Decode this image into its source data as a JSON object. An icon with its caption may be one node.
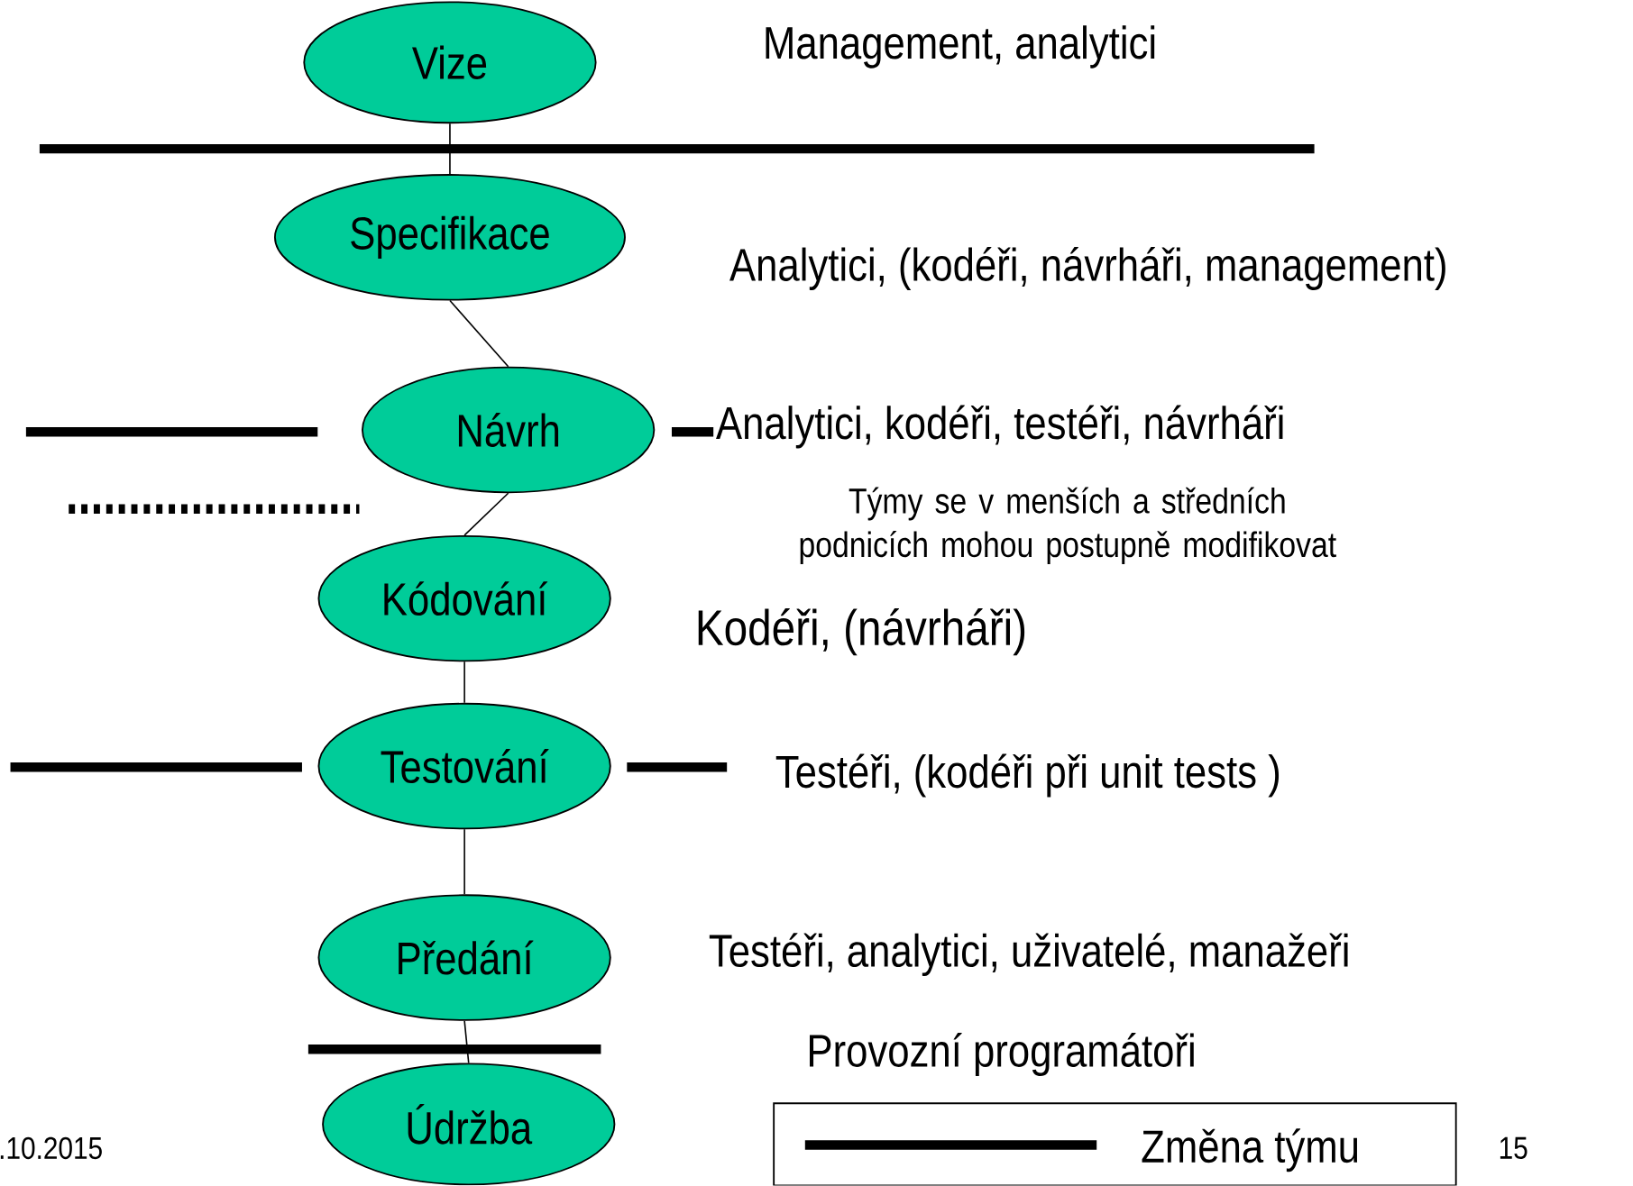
{
  "diagram": {
    "nodes": [
      {
        "text": [
          "Vize"
        ]
      },
      {
        "text": [
          "Specifikace"
        ]
      },
      {
        "text": [
          "Návrh"
        ]
      },
      {
        "text": [
          "Kódování"
        ]
      },
      {
        "text": [
          "Testování"
        ]
      },
      {
        "text": [
          "Předání"
        ]
      },
      {
        "text": [
          "Údržba"
        ]
      }
    ],
    "edges": [
      {
        "from": 0,
        "to": 1,
        "arrow": "none"
      },
      {
        "from": 1,
        "to": 2,
        "arrow": "none"
      },
      {
        "from": 2,
        "to": 3,
        "arrow": "none"
      },
      {
        "from": 3,
        "to": 4,
        "arrow": "none"
      },
      {
        "from": 4,
        "to": 5,
        "arrow": "none"
      },
      {
        "from": 5,
        "to": 6,
        "arrow": "none"
      }
    ],
    "labels": [
      "Management, analytici",
      "Analytici, (kodéři, návrháři, management)",
      "Analytici, kodéři, testéři, návrháři",
      "Týmy se v menších a středních podnicích mohou postupně modifikovat",
      "Kodéři, (návrháři)",
      "Testéři, (kodéři při unit tests )",
      "Testéři, analytici, uživatelé, manažeři",
      "Provozní programátoři",
      ".10.2015",
      "15"
    ],
    "legend": [
      {
        "text": "Změna týmu"
      }
    ]
  }
}
